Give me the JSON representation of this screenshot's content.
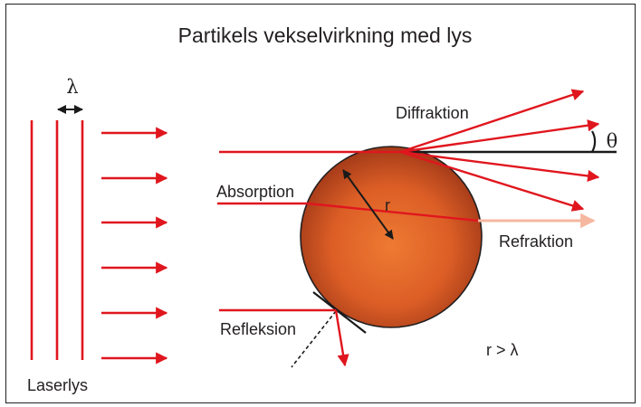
{
  "title": "Partikels vekselvirkning med lys",
  "labels": {
    "wavelength": "λ",
    "laser": "Laserlys",
    "diffraction": "Diffraktion",
    "angle": "θ",
    "absorption": "Absorption",
    "radius": "r",
    "refraction": "Refraktion",
    "reflection": "Refleksion",
    "condition": "r > λ"
  },
  "colors": {
    "ray": "#e0161e",
    "refracted_ray": "#f6b7a0",
    "particle_center": "#ee7a32",
    "particle_edge": "#b2401a",
    "outline": "#1a1a1a"
  }
}
